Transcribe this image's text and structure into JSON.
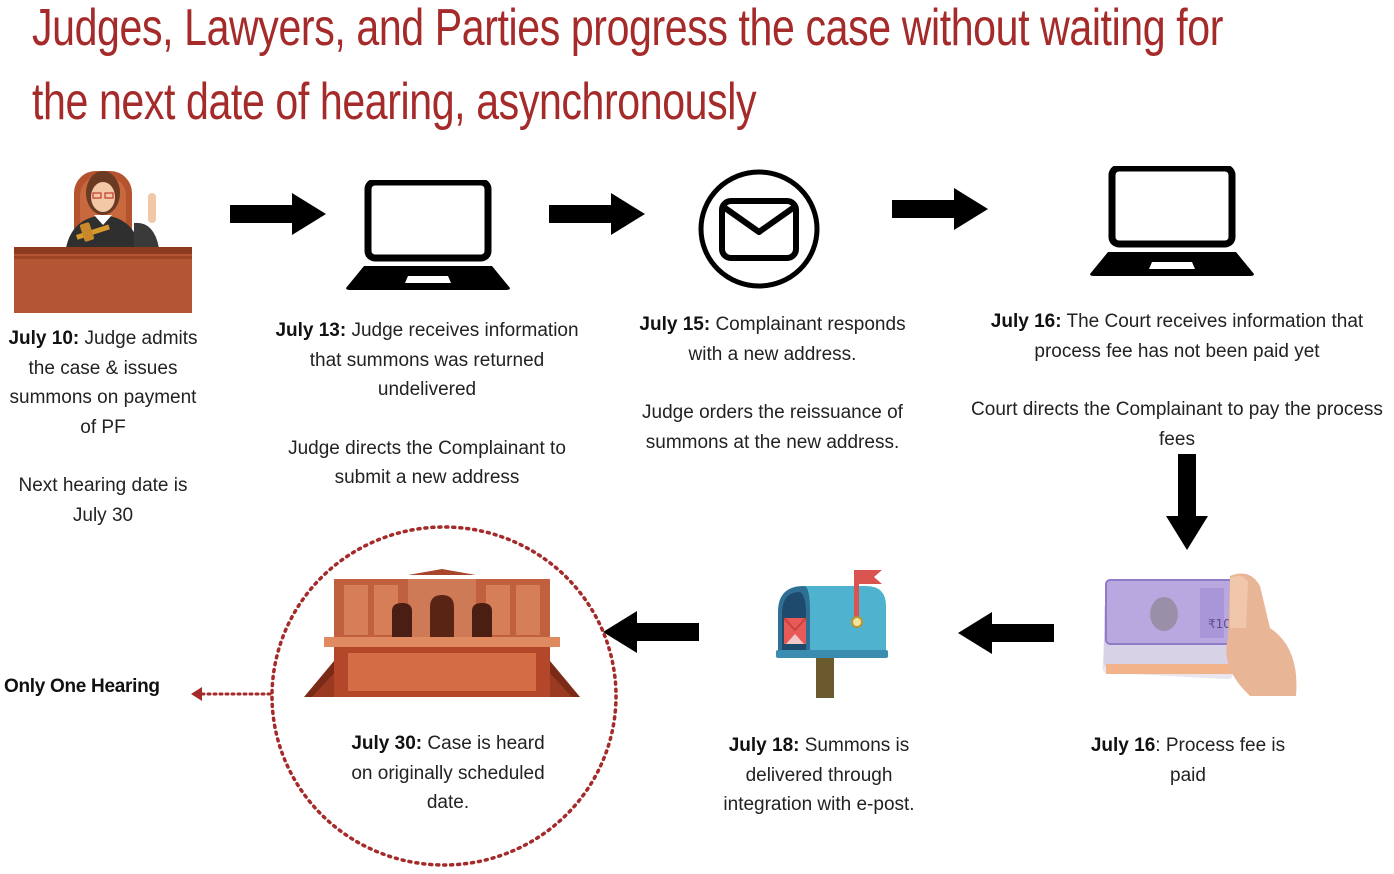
{
  "title": {
    "line1": "Judges, Lawyers, and Parties progress the case without waiting for",
    "line2": "the next date of hearing, asynchronously",
    "color": "#a52a2a"
  },
  "steps": [
    {
      "icon": "judge-icon",
      "date": "July 10:",
      "text": "Judge admits the case & issues summons on payment of PF",
      "note": "Next hearing date is July 30"
    },
    {
      "icon": "laptop-icon",
      "date": "July 13:",
      "text": "Judge receives information that summons was returned undelivered",
      "note": "Judge directs the Complainant to submit a new address"
    },
    {
      "icon": "email-icon",
      "date": "July 15:",
      "text": "Complainant responds with a new address.",
      "note": "Judge orders the reissuance of summons at the new address."
    },
    {
      "icon": "laptop-icon",
      "date": "July 16:",
      "text": "The Court receives information that process fee has not been paid yet",
      "note": "Court  directs the Complainant to pay the process fees"
    },
    {
      "icon": "money-in-hand-icon",
      "date": "July 16",
      "text": ": Process fee is paid"
    },
    {
      "icon": "mailbox-icon",
      "date": "July 18:",
      "text": "Summons is delivered through integration with e-post."
    },
    {
      "icon": "courtroom-icon",
      "date": "July 30:",
      "text": "Case is heard on originally scheduled date."
    }
  ],
  "outcome": {
    "label": "Only One Hearing",
    "accent": "#a52a2a"
  }
}
